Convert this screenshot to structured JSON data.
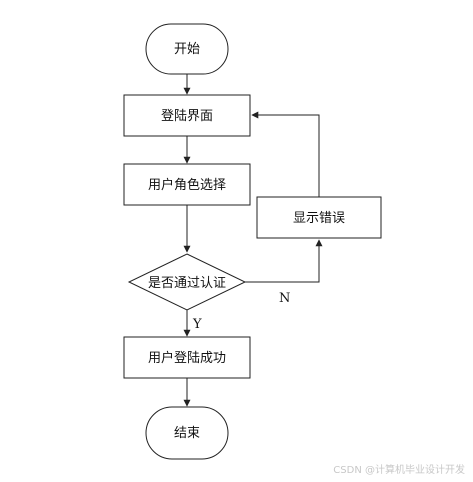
{
  "diagram": {
    "nodes": {
      "start": "开始",
      "login": "登陆界面",
      "role": "用户角色选择",
      "decision": "是否通过认证",
      "error": "显示错误",
      "success": "用户登陆成功",
      "end": "结束"
    },
    "edges": {
      "yes_label": "Y",
      "no_label": "N"
    }
  },
  "watermark": "CSDN @计算机毕业设计开发",
  "colors": {
    "stroke": "#222222",
    "fill": "#ffffff"
  }
}
